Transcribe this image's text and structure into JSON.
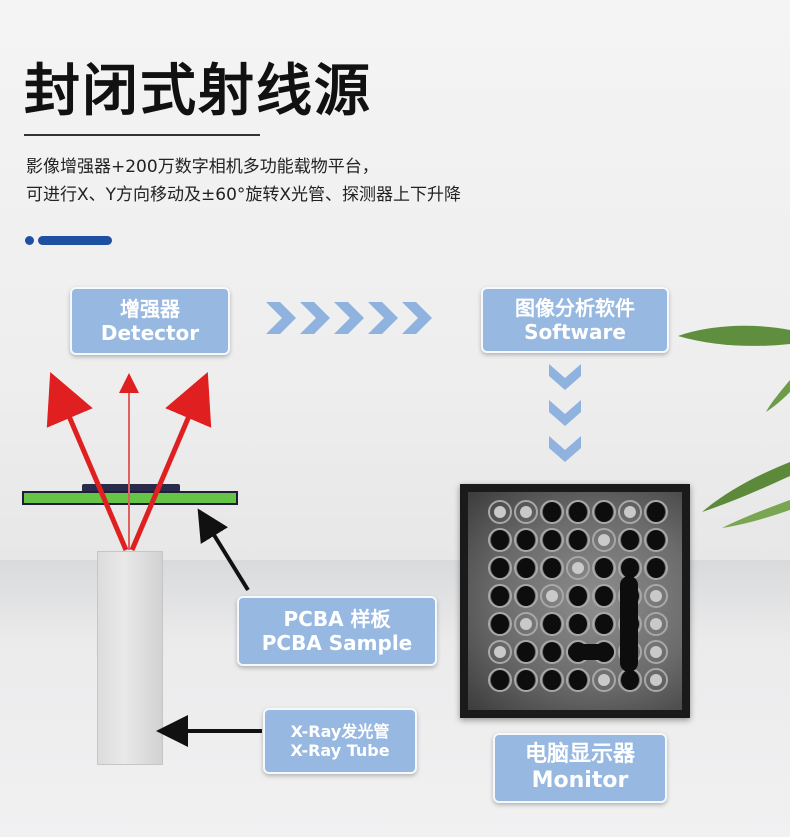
{
  "header": {
    "title": "封闭式射线源",
    "description_line1": "影像增强器+200万数字相机多功能载物平台，",
    "description_line2": "可进行X、Y方向移动及±60°旋转X光管、探测器上下升降"
  },
  "labels": {
    "detector_cn": "增强器",
    "detector_en": "Detector",
    "software_cn": "图像分析软件",
    "software_en": "Software",
    "pcba_cn": "PCBA 样板",
    "pcba_en": "PCBA Sample",
    "xray_cn": "X-Ray发光管",
    "xray_en": "X-Ray Tube",
    "monitor_cn": "电脑显示器",
    "monitor_en": "Monitor"
  },
  "colors": {
    "accent_blue": "#1f4fa0",
    "label_box": "#97b8e0",
    "ray_red": "#e02020",
    "pcb_green": "#66c545",
    "chevron_blue": "#8fb2de"
  },
  "icons": {
    "flow_right": "double-chevron-right-icon",
    "flow_down": "chevron-down-icon"
  }
}
